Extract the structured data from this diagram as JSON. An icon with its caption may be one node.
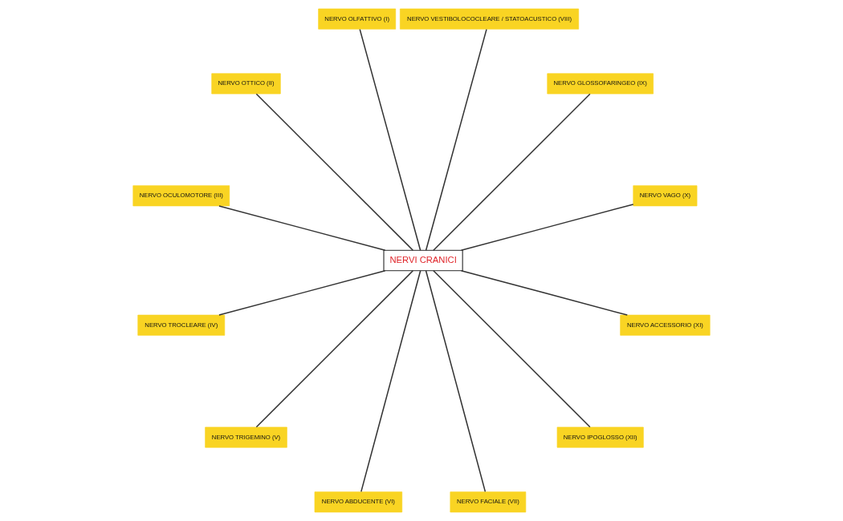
{
  "diagram": {
    "nodes": [
      {
        "text": [
          "NERVI CRANICI"
        ]
      },
      {
        "text": [
          "NERVO OLFATTIVO (I)"
        ]
      },
      {
        "text": [
          "NERVO OTTICO (II)"
        ]
      },
      {
        "text": [
          "NERVO OCULOMOTORE (III)"
        ]
      },
      {
        "text": [
          "NERVO TROCLEARE (IV)"
        ]
      },
      {
        "text": [
          "NERVO TRIGEMINO (V)"
        ]
      },
      {
        "text": [
          "NERVO ABDUCENTE (VI)"
        ]
      },
      {
        "text": [
          "NERVO VESTIBOLOCOCLEARE / STATOACUSTICO (VIII)"
        ]
      },
      {
        "text": [
          "NERVO GLOSSOFARINGEO (IX)"
        ]
      },
      {
        "text": [
          "NERVO VAGO (X)"
        ]
      },
      {
        "text": [
          "NERVO ACCESSORIO (XI)"
        ]
      },
      {
        "text": [
          "NERVO IPOGLOSSO (XII)"
        ]
      },
      {
        "text": [
          "NERVO FACIALE (VII)"
        ]
      }
    ],
    "edges": [
      {
        "from": 0,
        "to": 9,
        "arrow": "none"
      },
      {
        "from": 0,
        "to": 8,
        "arrow": "none"
      },
      {
        "from": 0,
        "to": 7,
        "arrow": "none"
      },
      {
        "from": 0,
        "to": 1,
        "arrow": "none"
      },
      {
        "from": 0,
        "to": 2,
        "arrow": "none"
      },
      {
        "from": 0,
        "to": 3,
        "arrow": "none"
      },
      {
        "from": 0,
        "to": 4,
        "arrow": "none"
      },
      {
        "from": 0,
        "to": 5,
        "arrow": "none"
      },
      {
        "from": 0,
        "to": 6,
        "arrow": "none"
      },
      {
        "from": 0,
        "to": 12,
        "arrow": "none"
      },
      {
        "from": 0,
        "to": 11,
        "arrow": "none"
      },
      {
        "from": 0,
        "to": 10,
        "arrow": "none"
      }
    ]
  }
}
